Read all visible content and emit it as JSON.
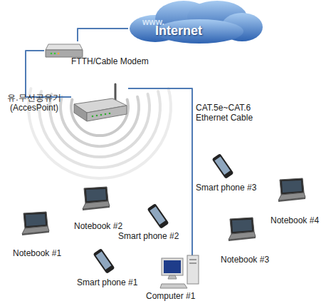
{
  "diagram": {
    "nodes": [
      {
        "text": [
          "www.",
          "Internet"
        ]
      },
      {
        "text": [
          "FTTH/Cable Modem"
        ]
      },
      {
        "text": [
          "유.무선공유기 (AccesPoint)"
        ]
      },
      {
        "text": [
          "Smart phone #3"
        ]
      },
      {
        "text": [
          "Notebook #4"
        ]
      },
      {
        "text": [
          "Notebook #2"
        ]
      },
      {
        "text": [
          "Smart phone #2"
        ]
      },
      {
        "text": [
          "Notebook #1"
        ]
      },
      {
        "text": [
          "Notebook #3"
        ]
      },
      {
        "text": [
          "Smart phone #1"
        ]
      },
      {
        "text": [
          "Computer #1"
        ]
      }
    ],
    "edges": [
      {
        "from": 0,
        "to": 1,
        "arrow": "none"
      },
      {
        "from": 1,
        "to": 2,
        "arrow": "none"
      },
      {
        "from": 2,
        "to": 10,
        "label": "CAT.5e~CAT.6 Ethernet Cable",
        "arrow": "none"
      }
    ]
  }
}
